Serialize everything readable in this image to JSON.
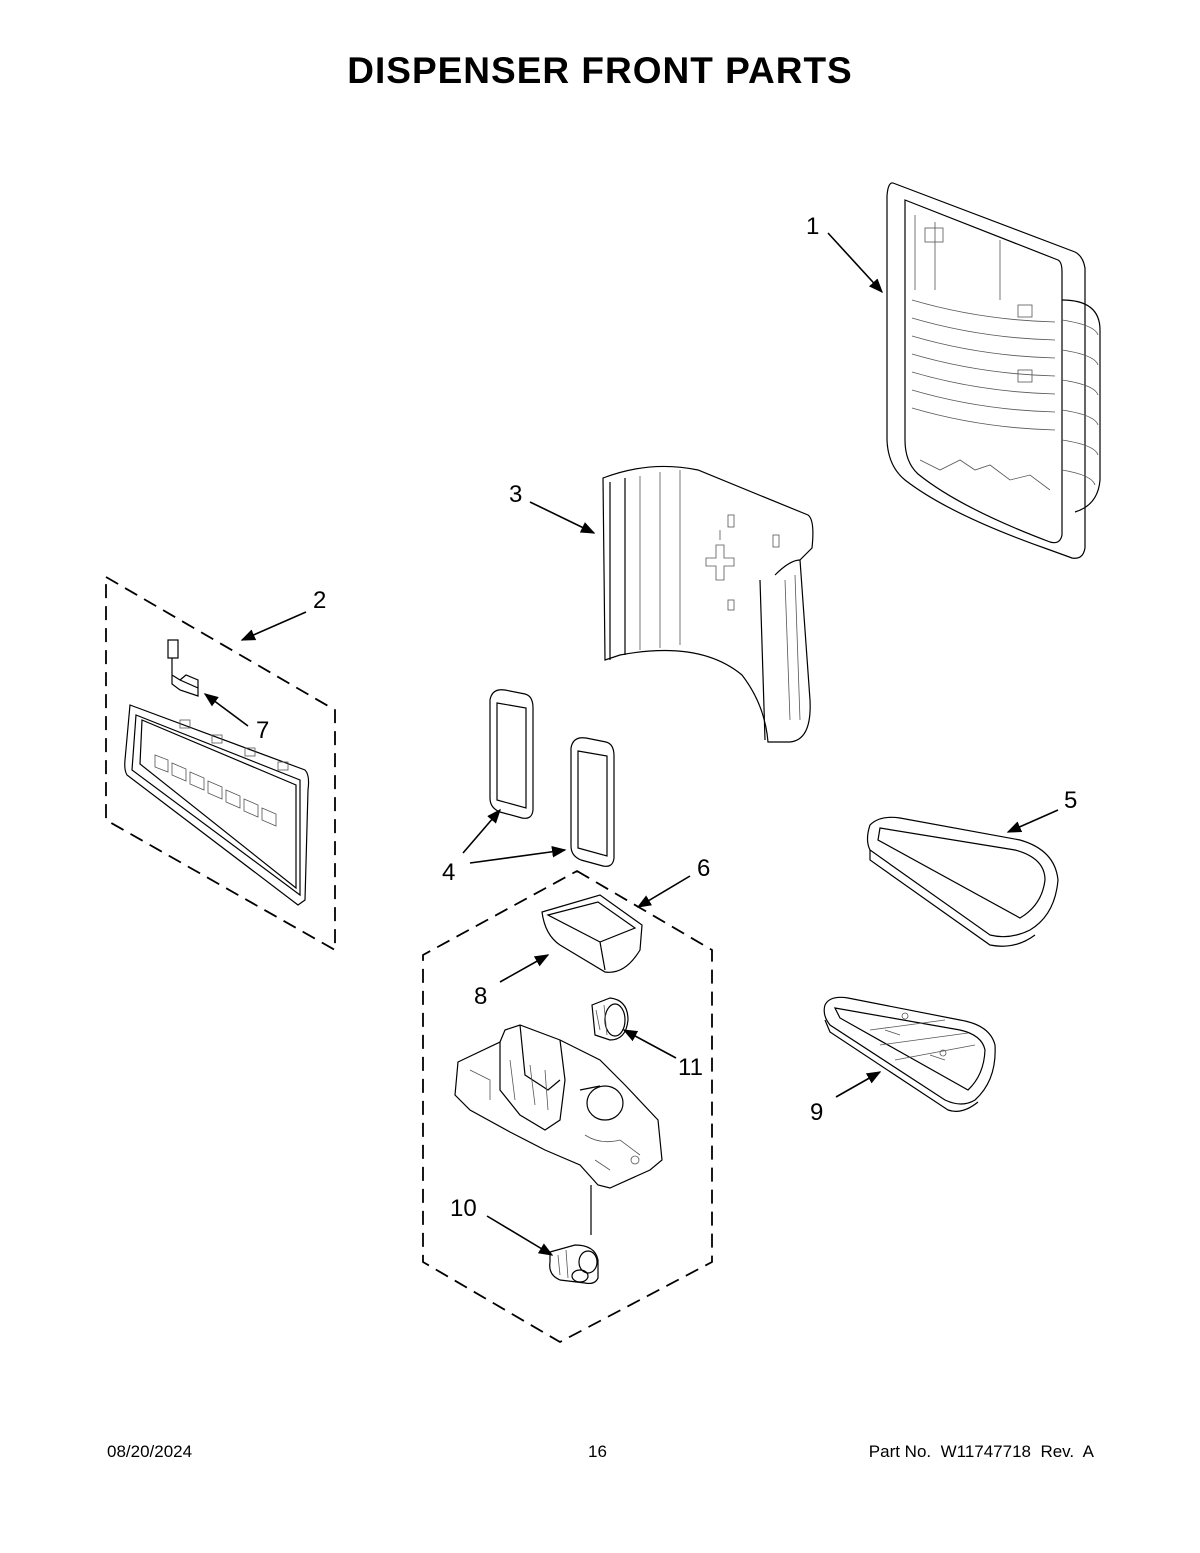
{
  "title": "DISPENSER FRONT PARTS",
  "callouts": [
    "1",
    "2",
    "3",
    "4",
    "5",
    "6",
    "7",
    "8",
    "9",
    "10",
    "11"
  ],
  "footer": {
    "date": "08/20/2024",
    "page": "16",
    "part": "Part No.  W11747718  Rev.  A"
  }
}
